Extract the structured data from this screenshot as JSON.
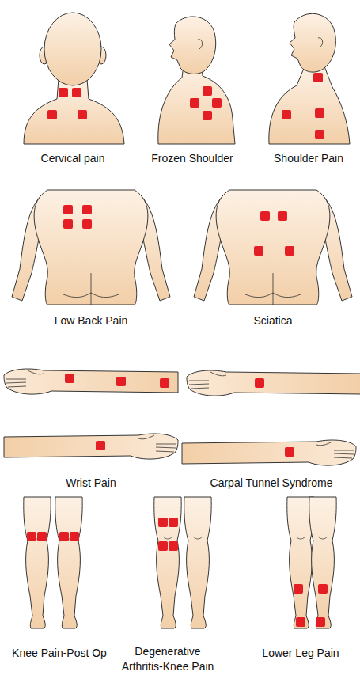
{
  "diagram": {
    "labels": [
      "Cervical pain",
      "Frozen Shoulder",
      "Shoulder Pain",
      "Low Back Pain",
      "Sciatica",
      "Wrist Pain",
      "Carpal Tunnel Syndrome",
      "Knee Pain-Post Op",
      "Degenerative Arthritis-Knee Pain",
      "Lower Leg Pain"
    ]
  }
}
